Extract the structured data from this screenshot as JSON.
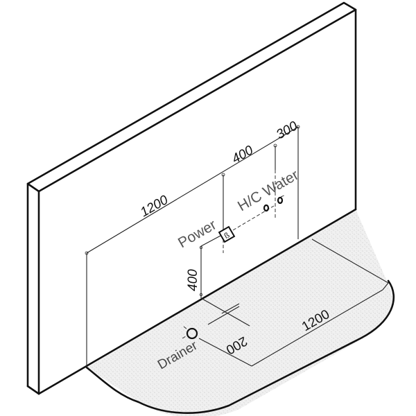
{
  "diagram": {
    "type": "isometric installation drawing",
    "labels": {
      "power": "Power",
      "water": "H/C Water",
      "drainer": "Drainer"
    },
    "dimensions": {
      "wall_left_offset": "1200",
      "power_to_water": "400",
      "water_spacing": "300",
      "power_height": "400",
      "drainer_offset": "200",
      "floor_depth": "1200"
    },
    "colors": {
      "line": "#111111",
      "floor_fill": "#ebebeb",
      "label_text": "#555555"
    }
  }
}
